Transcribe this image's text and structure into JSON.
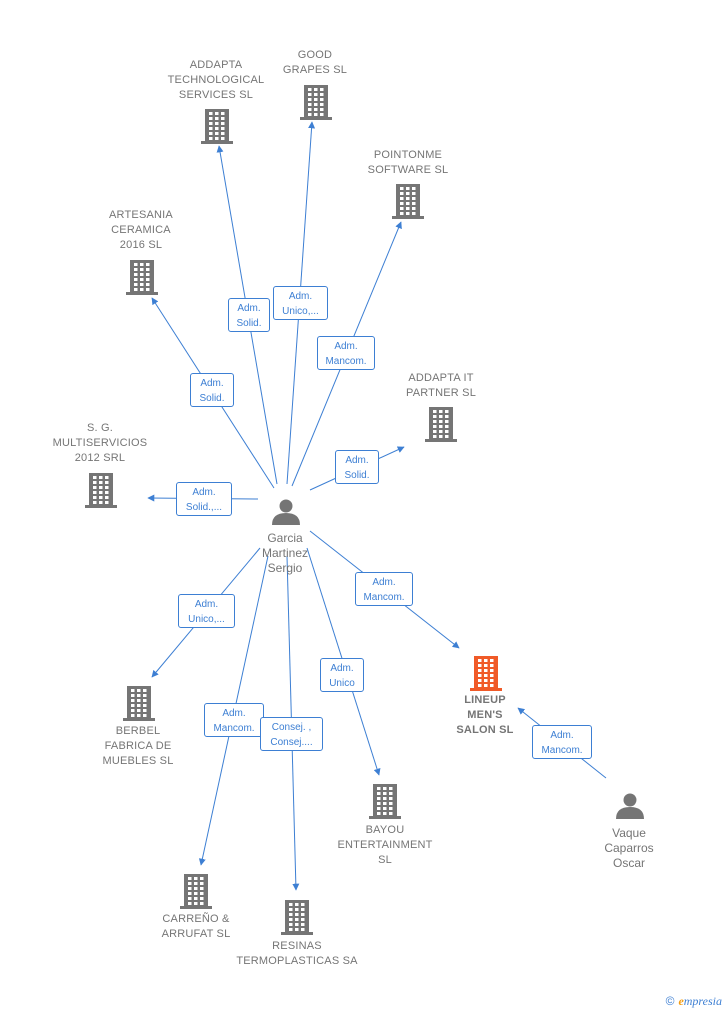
{
  "colors": {
    "edge": "#3d7fd3",
    "building": "#757575",
    "building_focus": "#f05a28",
    "person": "#757575",
    "text": "#757575"
  },
  "companies": [
    {
      "id": "addapta_tech",
      "label": "ADDAPTA\nTECHNOLOGICAL\nSERVICES SL",
      "focus": false
    },
    {
      "id": "good_grapes",
      "label": "GOOD\nGRAPES  SL",
      "focus": false
    },
    {
      "id": "pointonme",
      "label": "POINTONME\nSOFTWARE SL",
      "focus": false
    },
    {
      "id": "artesania",
      "label": "ARTESANIA\nCERAMICA\n2016  SL",
      "focus": false
    },
    {
      "id": "addapta_it",
      "label": "ADDAPTA IT\nPARTNER  SL",
      "focus": false
    },
    {
      "id": "sg_multi",
      "label": "S.  G.\nMULTISERVICIOS\n2012 SRL",
      "focus": false
    },
    {
      "id": "lineup",
      "label": "LINEUP\nMEN'S\nSALON  SL",
      "focus": true
    },
    {
      "id": "berbel",
      "label": "BERBEL\nFABRICA DE\nMUEBLES SL",
      "focus": false
    },
    {
      "id": "bayou",
      "label": "BAYOU\nENTERTAINMENT\nSL",
      "focus": false
    },
    {
      "id": "carreno",
      "label": "CARREÑO &\nARRUFAT  SL",
      "focus": false
    },
    {
      "id": "resinas",
      "label": "RESINAS\nTERMOPLASTICAS SA",
      "focus": false
    }
  ],
  "people": [
    {
      "id": "garcia",
      "label": "Garcia\nMartinez\nSergio"
    },
    {
      "id": "vaque",
      "label": "Vaque\nCaparros\nOscar"
    }
  ],
  "edges": [
    {
      "from": "garcia",
      "to": "addapta_tech",
      "label": "Adm.\nSolid."
    },
    {
      "from": "garcia",
      "to": "good_grapes",
      "label": "Adm.\nUnico,..."
    },
    {
      "from": "garcia",
      "to": "pointonme",
      "label": "Adm.\nMancom."
    },
    {
      "from": "garcia",
      "to": "artesania",
      "label": "Adm.\nSolid."
    },
    {
      "from": "garcia",
      "to": "addapta_it",
      "label": "Adm.\nSolid."
    },
    {
      "from": "garcia",
      "to": "sg_multi",
      "label": "Adm.\nSolid.,..."
    },
    {
      "from": "garcia",
      "to": "lineup",
      "label": "Adm.\nMancom."
    },
    {
      "from": "garcia",
      "to": "berbel",
      "label": "Adm.\nUnico,..."
    },
    {
      "from": "garcia",
      "to": "bayou",
      "label": "Adm.\nUnico"
    },
    {
      "from": "garcia",
      "to": "carreno",
      "label": "Adm.\nMancom."
    },
    {
      "from": "garcia",
      "to": "resinas",
      "label": "Consej. ,\nConsej...."
    },
    {
      "from": "vaque",
      "to": "lineup",
      "label": "Adm.\nMancom."
    }
  ],
  "brand": {
    "copyright": "©",
    "initial": "e",
    "rest": "mpresia"
  }
}
